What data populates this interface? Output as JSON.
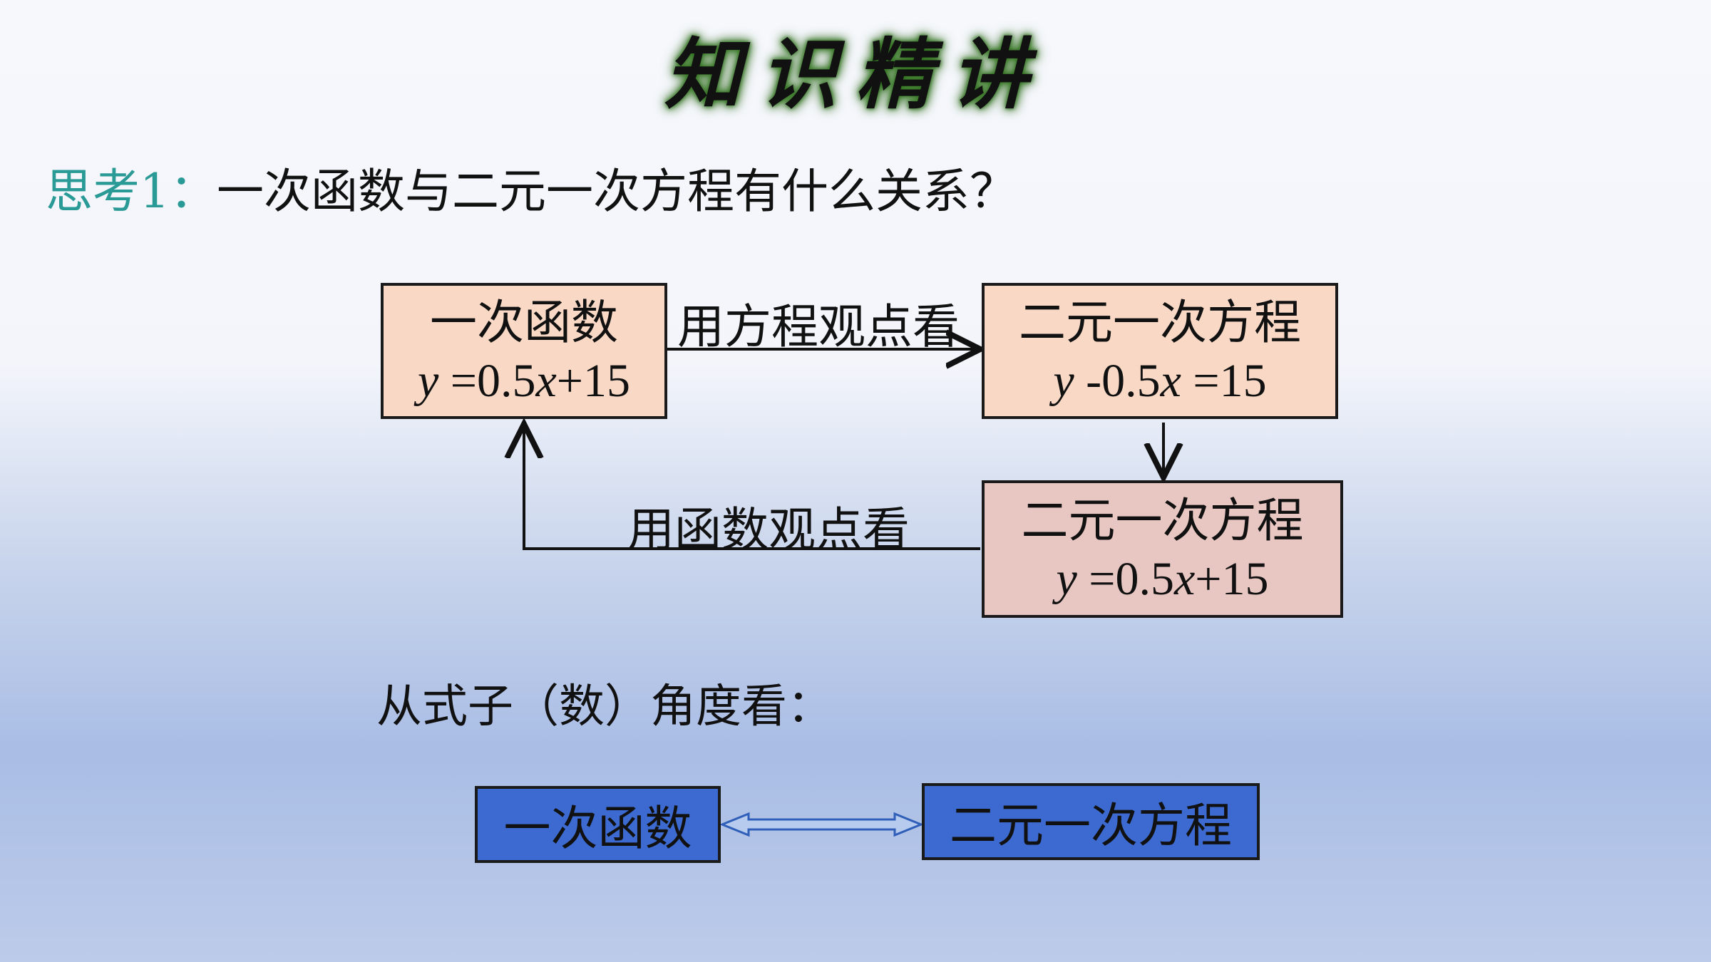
{
  "slide": {
    "title": "知识精讲",
    "question_label": "思考1：",
    "question_text": "一次函数与二元一次方程有什么关系？",
    "box_function": {
      "title": "一次函数",
      "formula": "y =0.5x+15"
    },
    "box_equation": {
      "title": "二元一次方程",
      "formula": "y -0.5x =15"
    },
    "box_equation2": {
      "title": "二元一次方程",
      "formula": "y =0.5x+15"
    },
    "arrow_top_label": "用方程观点看",
    "arrow_bottom_label": "用函数观点看",
    "subheading": "从式子（数）角度看：",
    "bottom_left": "一次函数",
    "bottom_right": "二元一次方程"
  }
}
